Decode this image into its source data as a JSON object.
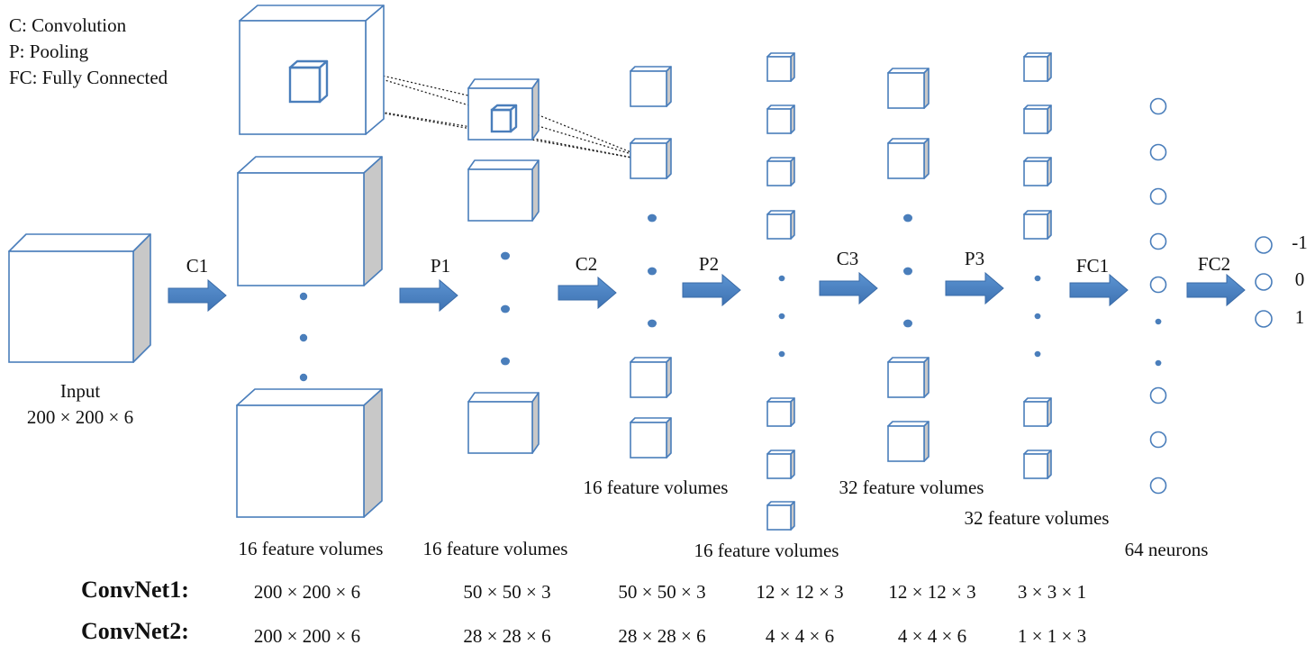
{
  "legend": [
    "C: Convolution",
    "P: Pooling",
    "FC: Fully Connected"
  ],
  "input": {
    "label": "Input",
    "dims": "200 × 200 × 6"
  },
  "arrows": [
    "C1",
    "P1",
    "C2",
    "P2",
    "C3",
    "P3",
    "FC1",
    "FC2"
  ],
  "feature_labels": {
    "c1": "16 feature volumes",
    "p1": "16 feature volumes",
    "c2": "16 feature volumes",
    "p2": "16 feature volumes",
    "c3": "32 feature volumes",
    "p3": "32 feature volumes",
    "fc1": "64 neurons"
  },
  "outputs": [
    "-1",
    "0",
    "1"
  ],
  "table": {
    "rows": [
      {
        "name": "ConvNet1:",
        "values": [
          "200 × 200 × 6",
          "50 × 50 × 3",
          "50 × 50 × 3",
          "12 × 12 × 3",
          "12 × 12 × 3",
          "3 × 3 × 1"
        ]
      },
      {
        "name": "ConvNet2:",
        "values": [
          "200 × 200 × 6",
          "28 × 28 × 6",
          "28 × 28 × 6",
          "4 × 4 × 6",
          "4 × 4 × 6",
          "1 × 1 × 3"
        ]
      }
    ]
  },
  "colors": {
    "outline": "#4A7EBB",
    "arrow_fill": "#4F86C6",
    "side_fill": "#C8C8C8",
    "dot": "#4A7EBB"
  }
}
